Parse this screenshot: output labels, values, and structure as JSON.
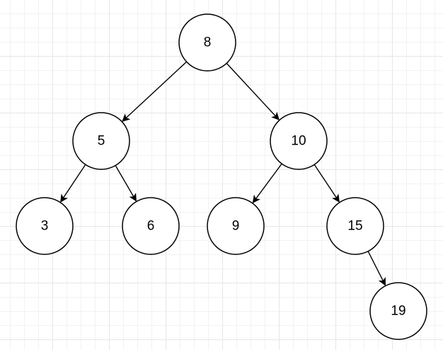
{
  "tree": {
    "nodes": [
      {
        "id": "n8",
        "label": "8"
      },
      {
        "id": "n5",
        "label": "5"
      },
      {
        "id": "n10",
        "label": "10"
      },
      {
        "id": "n3",
        "label": "3"
      },
      {
        "id": "n6",
        "label": "6"
      },
      {
        "id": "n9",
        "label": "9"
      },
      {
        "id": "n15",
        "label": "15"
      },
      {
        "id": "n19",
        "label": "19"
      }
    ],
    "edges": [
      {
        "from": "n8",
        "to": "n5"
      },
      {
        "from": "n8",
        "to": "n10"
      },
      {
        "from": "n5",
        "to": "n3"
      },
      {
        "from": "n5",
        "to": "n6"
      },
      {
        "from": "n10",
        "to": "n9"
      },
      {
        "from": "n10",
        "to": "n15"
      },
      {
        "from": "n15",
        "to": "n19"
      }
    ]
  },
  "colors": {
    "stroke": "#000000",
    "node_fill": "#ffffff",
    "grid_major": "#e6e6e6",
    "grid_minor": "#f2f2f2"
  }
}
